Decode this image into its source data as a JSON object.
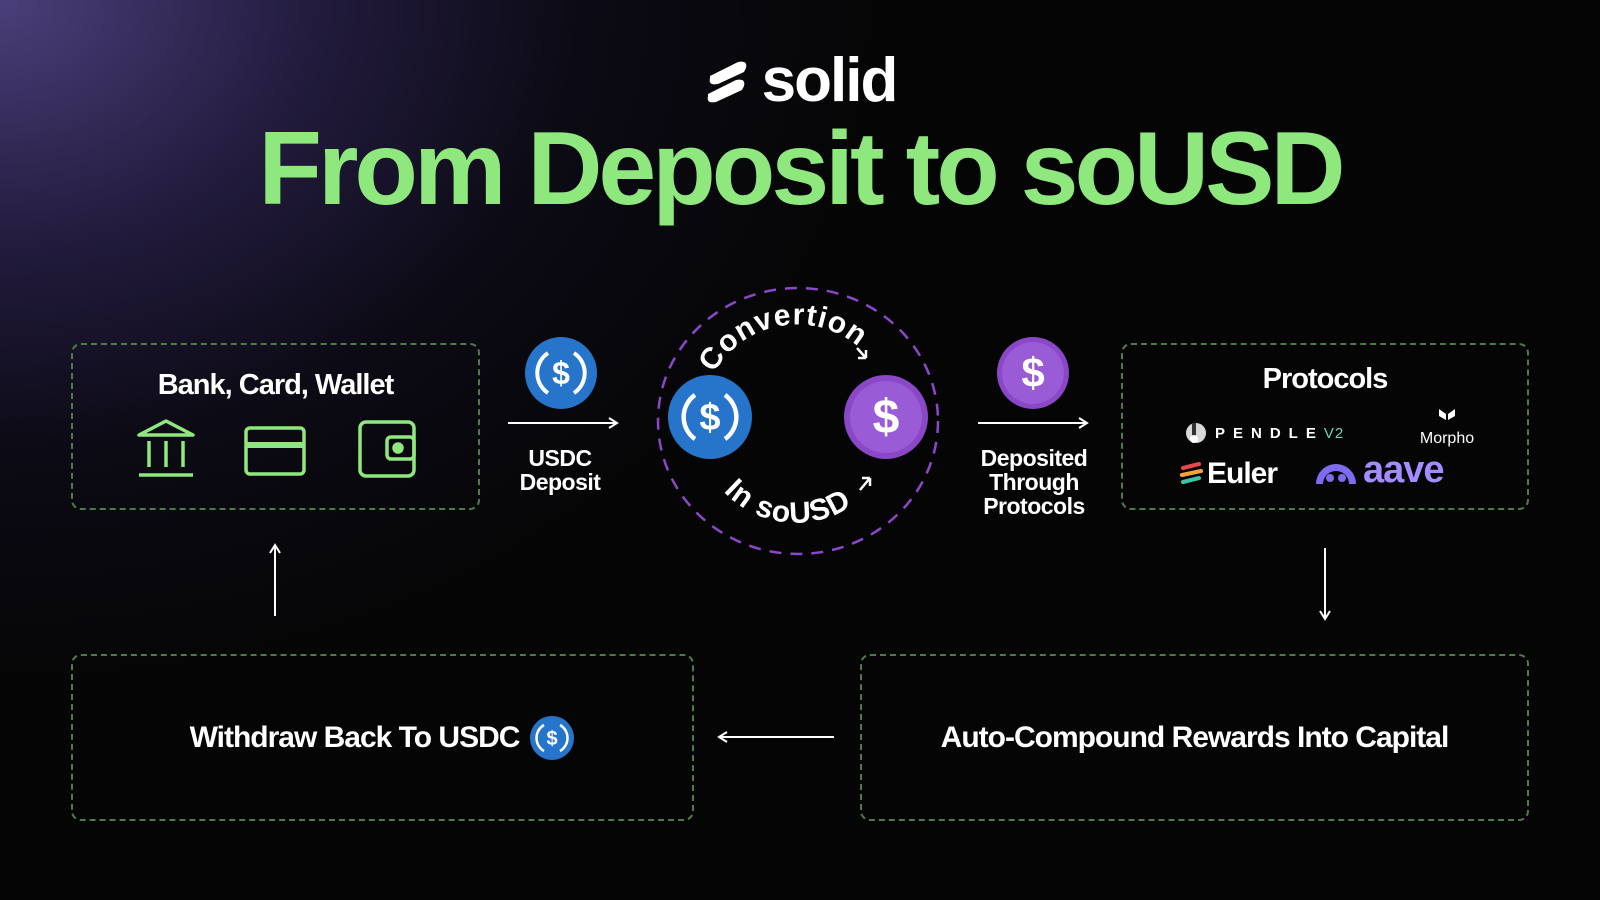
{
  "brand": {
    "logo_text": "solid"
  },
  "title": "From Deposit to soUSD",
  "sources": {
    "title": "Bank, Card, Wallet",
    "icons": [
      "bank-icon",
      "card-icon",
      "wallet-icon"
    ]
  },
  "deposit_step": {
    "label_line1": "USDC",
    "label_line2": "Deposit"
  },
  "conversion": {
    "top_text": "Convertion",
    "bottom_text": "In soUSD"
  },
  "protocols_step": {
    "label_line1": "Deposited",
    "label_line2": "Through",
    "label_line3": "Protocols"
  },
  "protocols": {
    "title": "Protocols",
    "pendle": "PENDLE",
    "pendle_version": "V2",
    "morpho": "Morpho",
    "euler": "Euler",
    "aave": "aave"
  },
  "compound": {
    "text": "Auto-Compound Rewards Into Capital"
  },
  "withdraw": {
    "text": "Withdraw Back To USDC"
  },
  "colors": {
    "accent_green": "#8fe87d",
    "usdc_blue": "#2775ca",
    "sousd_purple": "#8a48c9",
    "dashed_border": "#4f7a4a"
  }
}
